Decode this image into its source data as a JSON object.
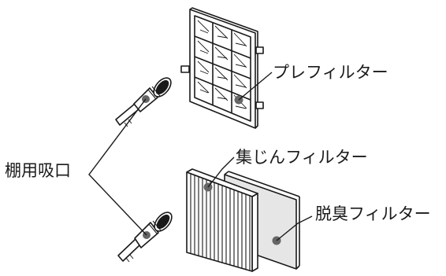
{
  "labels": {
    "prefilter": "プレフィルター",
    "dust_filter": "集じんフィルター",
    "deodorizing_filter": "脱臭フィルター",
    "shelf_nozzle": "棚用吸口"
  },
  "colors": {
    "line": "#1a1a1a",
    "deodorizing_face": "#e6e6e6",
    "dust_face": "#ffffff",
    "marker": "#666666"
  }
}
